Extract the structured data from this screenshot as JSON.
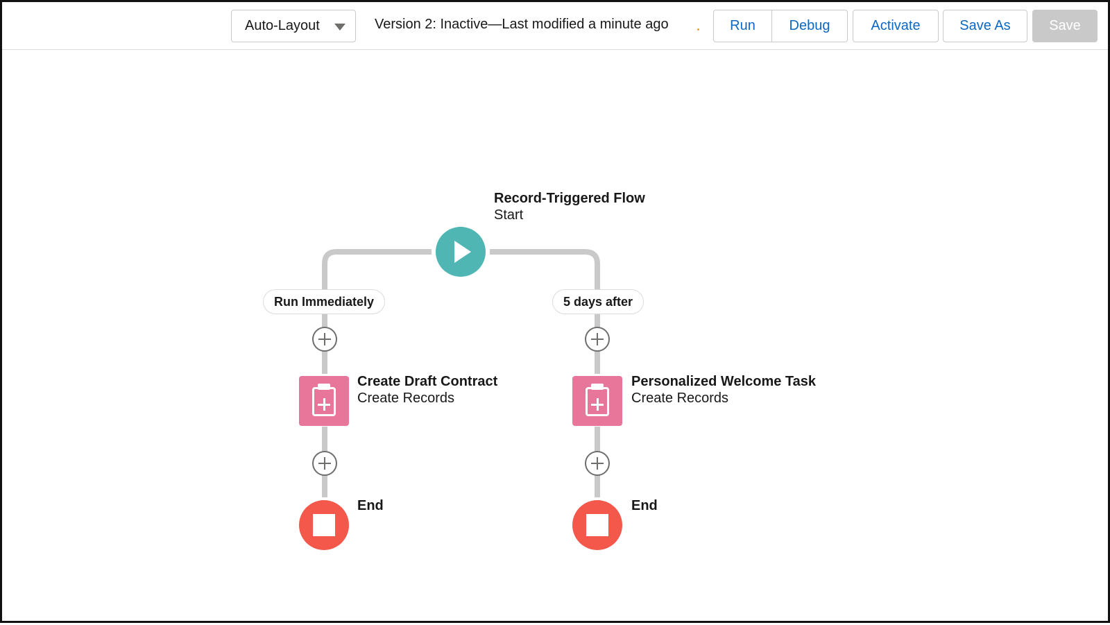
{
  "toolbar": {
    "layout_select": "Auto-Layout",
    "version_text": "Version 2: Inactive—Last modified a minute ago",
    "buttons": {
      "run": "Run",
      "debug": "Debug",
      "activate": "Activate",
      "save_as": "Save As",
      "save": "Save"
    }
  },
  "flow": {
    "start": {
      "title": "Record-Triggered Flow",
      "subtitle": "Start"
    },
    "paths": [
      {
        "label": "Run Immediately",
        "action": {
          "title": "Create Draft Contract",
          "subtitle": "Create Records"
        },
        "end": "End"
      },
      {
        "label": "5 days after",
        "action": {
          "title": "Personalized Welcome Task",
          "subtitle": "Create Records"
        },
        "end": "End"
      }
    ]
  },
  "colors": {
    "link": "#0b68c4",
    "start": "#4fb6b3",
    "action": "#e8769b",
    "end": "#f4584a",
    "connector": "#c9c9c9",
    "save_disabled": "#c9c9c9"
  },
  "icons": {
    "start": "play-icon",
    "action": "create-records-clipboard-icon",
    "end": "stop-icon",
    "add": "add-element-icon",
    "dropdown": "chevron-down-icon"
  }
}
